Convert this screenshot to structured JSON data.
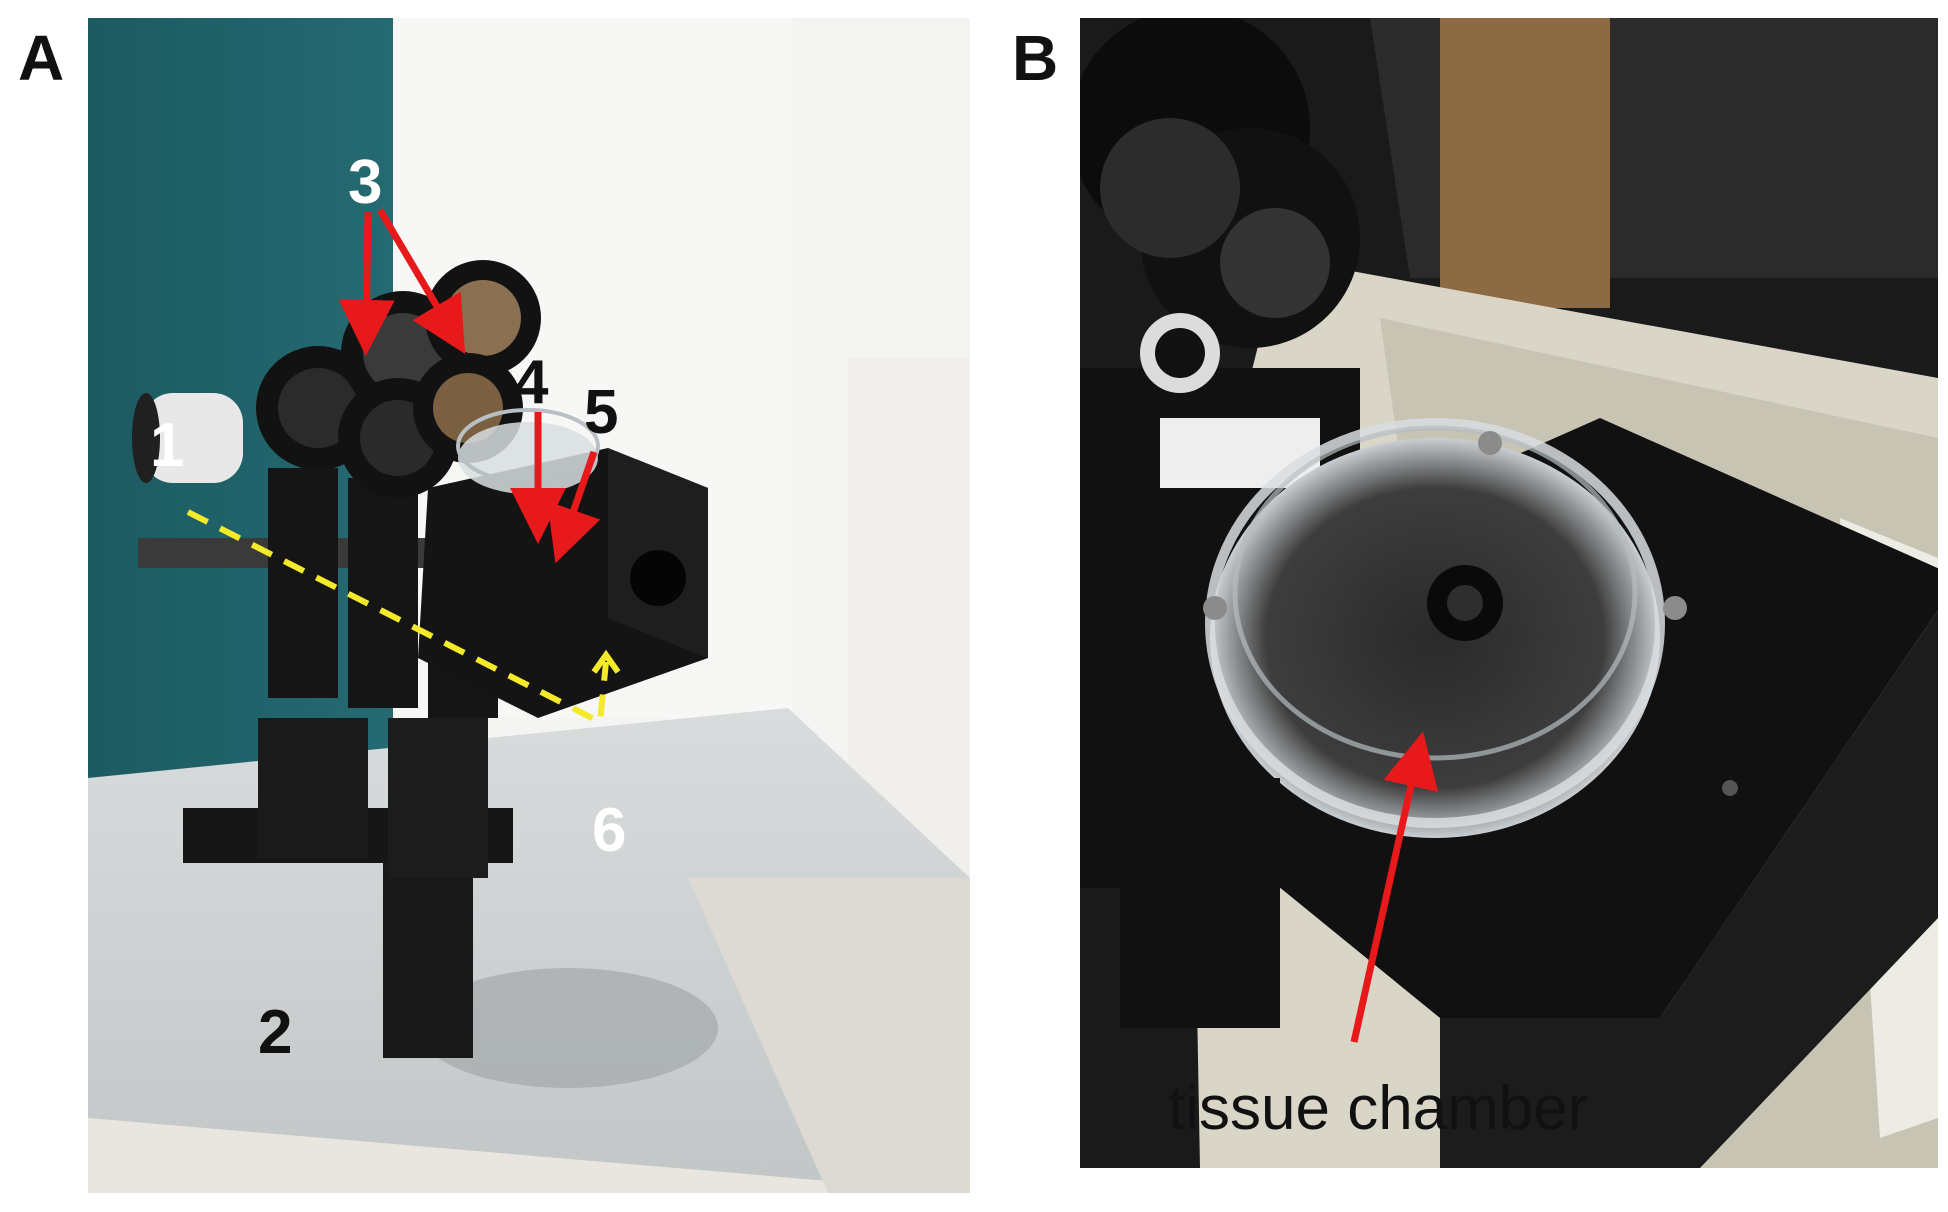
{
  "panels": [
    {
      "letter": "A",
      "callouts": [
        "1",
        "2",
        "3",
        "4",
        "5",
        "6"
      ]
    },
    {
      "letter": "B",
      "caption": "tissue chamber"
    }
  ],
  "colors": {
    "arrow_red": "#e8191b",
    "beam_yellow": "#f5ea2a",
    "teal_wall": "#1f5f66",
    "housing_black": "#141414"
  }
}
